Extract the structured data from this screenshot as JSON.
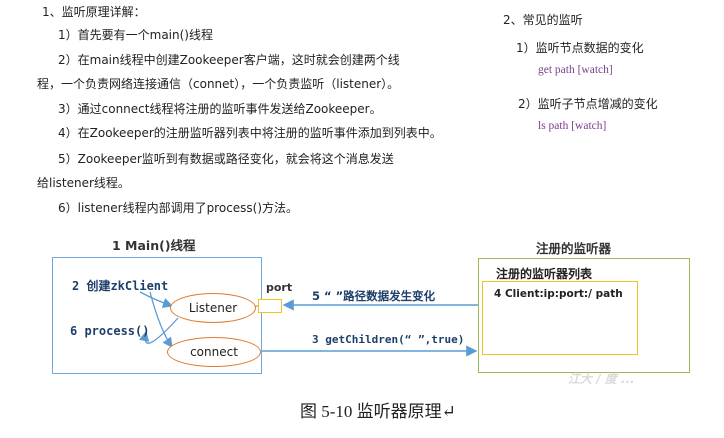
{
  "left_text": {
    "heading": "1、监听原理详解：",
    "steps": [
      "1）首先要有一个main()线程",
      "2）在main线程中创建Zookeeper客户端，这时就会创建两个线",
      "程，一个负责网络连接通信（connet），一个负责监听（listener）。",
      "3）通过connect线程将注册的监听事件发送给Zookeeper。",
      "4）在Zookeeper的注册监听器列表中将注册的监听事件添加到列表中。",
      "5）Zookeeper监听到有数据或路径变化，就会将这个消息发送",
      "给listener线程。",
      "6）listener线程内部调用了process()方法。"
    ]
  },
  "right_text": {
    "heading": "2、常见的监听",
    "item1": "1）监听节点数据的变化",
    "item1_cmd": "get path [watch]",
    "item2": "2）监听子节点增减的变化",
    "item2_cmd": "ls path [watch]"
  },
  "diagram": {
    "main_title": "1 Main()线程",
    "create_client": "2 创建zkClient",
    "process": "6 process()",
    "listener": "Listener",
    "connect": "connect",
    "port": "port",
    "registry_title": "注册的监听器",
    "registry_list_title": "注册的监听器列表",
    "registry_entry": "4 Client:ip:port:/ path",
    "event_arrow": "5 “ ”路径数据发生变化",
    "getchildren_arrow": "3 getChildren(“ ”,true)"
  },
  "caption": "图 5-10 监听器原理↵",
  "watermark": "江大 / 度 ..."
}
